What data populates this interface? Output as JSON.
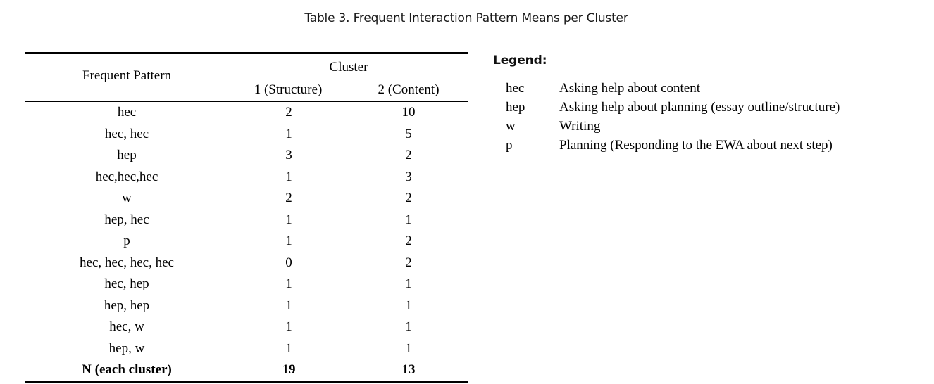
{
  "caption": "Table 3. Frequent Interaction Pattern Means per Cluster",
  "table": {
    "headers": {
      "pattern": "Frequent Pattern",
      "cluster_group": "Cluster",
      "cluster_1": "1 (Structure)",
      "cluster_2": "2 (Content)"
    },
    "rows": [
      {
        "pattern": "hec",
        "cluster1": "2",
        "cluster2": "10"
      },
      {
        "pattern": "hec, hec",
        "cluster1": "1",
        "cluster2": "5"
      },
      {
        "pattern": "hep",
        "cluster1": "3",
        "cluster2": "2"
      },
      {
        "pattern": "hec,hec,hec",
        "cluster1": "1",
        "cluster2": "3"
      },
      {
        "pattern": "w",
        "cluster1": "2",
        "cluster2": "2"
      },
      {
        "pattern": "hep, hec",
        "cluster1": "1",
        "cluster2": "1"
      },
      {
        "pattern": "p",
        "cluster1": "1",
        "cluster2": "2"
      },
      {
        "pattern": "hec, hec, hec, hec",
        "cluster1": "0",
        "cluster2": "2"
      },
      {
        "pattern": "hec, hep",
        "cluster1": "1",
        "cluster2": "1"
      },
      {
        "pattern": "hep, hep",
        "cluster1": "1",
        "cluster2": "1"
      },
      {
        "pattern": "hec, w",
        "cluster1": "1",
        "cluster2": "1"
      },
      {
        "pattern": "hep, w",
        "cluster1": "1",
        "cluster2": "1"
      }
    ],
    "total_row": {
      "pattern": "N (each cluster)",
      "cluster1": "19",
      "cluster2": "13"
    }
  },
  "legend": {
    "title": "Legend:",
    "items": [
      {
        "key": "hec",
        "description": "Asking help about content"
      },
      {
        "key": "hep",
        "description": "Asking help about planning (essay outline/structure)"
      },
      {
        "key": "w",
        "description": "Writing"
      },
      {
        "key": "p",
        "description": "Planning (Responding to the EWA about next step)"
      }
    ]
  },
  "chart_data": {
    "type": "table",
    "title": "Table 3. Frequent Interaction Pattern Means per Cluster",
    "categories": [
      "hec",
      "hec, hec",
      "hep",
      "hec,hec,hec",
      "w",
      "hep, hec",
      "p",
      "hec, hec, hec, hec",
      "hec, hep",
      "hep, hep",
      "hec, w",
      "hep, w"
    ],
    "series": [
      {
        "name": "1 (Structure)",
        "values": [
          2,
          1,
          3,
          1,
          2,
          1,
          1,
          0,
          1,
          1,
          1,
          1
        ]
      },
      {
        "name": "2 (Content)",
        "values": [
          10,
          5,
          2,
          3,
          2,
          1,
          2,
          2,
          1,
          1,
          1,
          1
        ]
      }
    ],
    "totals": {
      "1 (Structure)": 19,
      "2 (Content)": 13
    },
    "xlabel": "Frequent Pattern",
    "ylabel": "Cluster"
  },
  "colors": {
    "text": "#000000",
    "rule": "#000000",
    "background": "#ffffff"
  }
}
